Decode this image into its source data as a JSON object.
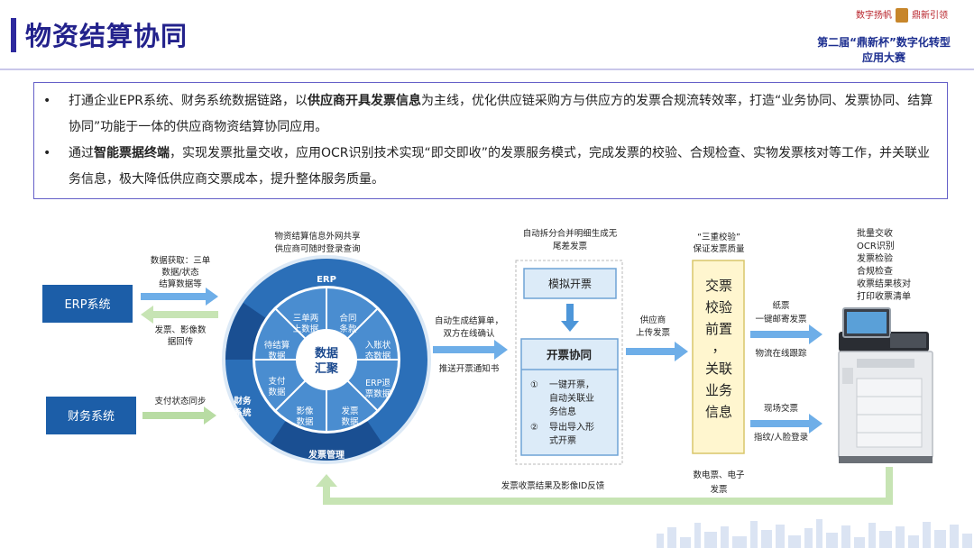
{
  "title": "物资结算协同",
  "brand": {
    "logo_left": "数字扬帆",
    "logo_right": "鼎新引领",
    "line1": "第二届“鼎新杯”数字化转型",
    "line2": "应用大赛"
  },
  "bullets": [
    {
      "dot": "•",
      "pre": "打通企业EPR系统、财务系统数据链路，以",
      "bold": "供应商开具发票信息",
      "post": "为主线，优化供应链采购方与供应方的发票合规流转效率，打造“业务协同、发票协同、结算协同”功能于一体的供应商物资结算协同应用。"
    },
    {
      "dot": "•",
      "pre": "通过",
      "bold": "智能票据终端",
      "post": "，实现发票批量交收，应用OCR识别技术实现“即交即收”的发票服务模式，完成发票的校验、合规检查、实物发票核对等工作，并关联业务信息，极大降低供应商交票成本，提升整体服务质量。"
    }
  ],
  "diagram": {
    "erp_system": "ERP系统",
    "finance_system": "财务系统",
    "arrow_in_label": [
      "数据获取：三单",
      "数据/状态",
      "结算数据等"
    ],
    "arrow_back_label": [
      "发票、影像数",
      "据回传"
    ],
    "finance_sync_label": "支付状态同步",
    "circle_top_label": [
      "物资结算信息外网共享",
      "供应商可随时登录查询"
    ],
    "ring": {
      "erp": "ERP",
      "finance": [
        "财务",
        "系统"
      ],
      "invoice": "发票管理"
    },
    "center": [
      "数据",
      "汇聚"
    ],
    "segments": [
      [
        "三单两",
        "上数据"
      ],
      [
        "合同",
        "条款"
      ],
      [
        "入账状",
        "态数据"
      ],
      [
        "ERP退",
        "票数据"
      ],
      [
        "发票",
        "数据"
      ],
      [
        "影像",
        "数据"
      ],
      [
        "支付",
        "数据"
      ],
      [
        "待结算",
        "数据"
      ]
    ],
    "mid_label_top": [
      "自动生成结算单，",
      "双方在线确认"
    ],
    "mid_label_bottom": "推送开票通知书",
    "auto_split": [
      "自动拆分合并明细生成无",
      "尾差发票"
    ],
    "simulate": "模拟开票",
    "collab_title": "开票协同",
    "collab_items": [
      {
        "num": "①",
        "text": [
          "一键开票，",
          "自动关联业",
          "务信息"
        ]
      },
      {
        "num": "②",
        "text": [
          "导出导入形",
          "式开票"
        ]
      }
    ],
    "supplier_label": [
      "供应商",
      "上传发票"
    ],
    "triple_check": [
      "“三重校验”",
      "保证发票质量"
    ],
    "vertical_box": [
      "交票",
      "校验",
      "前置",
      "，",
      "关联",
      "业务",
      "信息"
    ],
    "paper_label": [
      "纸票",
      "一键邮寄发票"
    ],
    "logistics_label": "物流在线跟踪",
    "onsite_label": "现场交票",
    "login_label": "指纹/人脸登录",
    "digital_label": [
      "数电票、电子",
      "发票"
    ],
    "feedback_label": "发票收票结果及影像ID反馈",
    "terminal_features": [
      "批量交收",
      "OCR识别",
      "发票检验",
      "合规检查",
      "收票结果核对",
      "打印收票清单"
    ]
  },
  "colors": {
    "title": "#23228c",
    "system_box": "#1c5ea8",
    "arrow_blue": "#4d96d9",
    "arrow_green": "#b8dca3",
    "ring_dark": "#1f5da8",
    "vertical_box": "#fff6cf"
  }
}
